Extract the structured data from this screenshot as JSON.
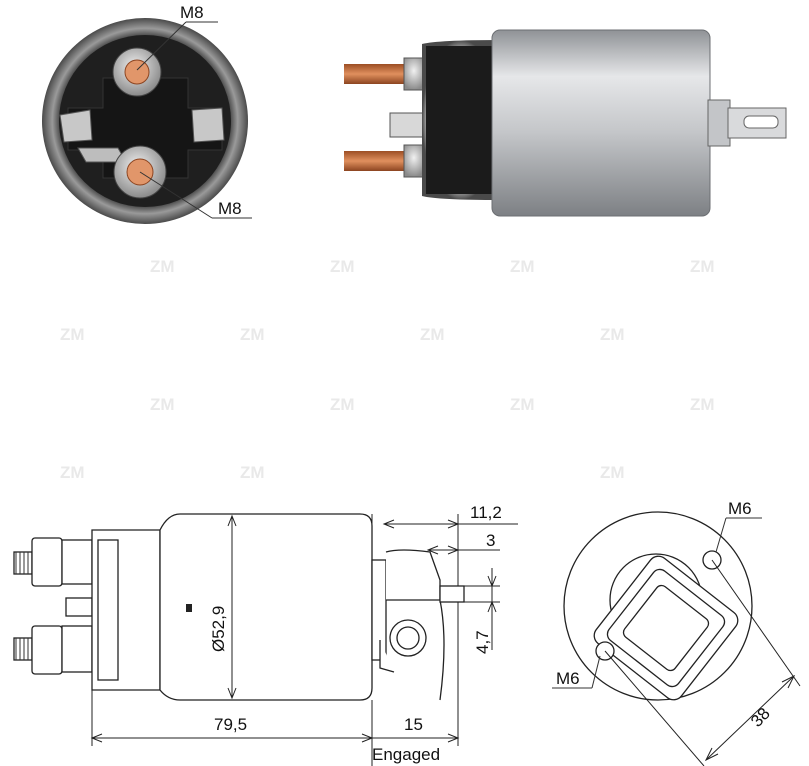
{
  "watermark": {
    "brand": "ZM"
  },
  "top_views": {
    "end_view_labels": {
      "upper_terminal": "M8",
      "lower_terminal": "M8"
    }
  },
  "drawing": {
    "dimensions": {
      "diameter": "Ø52,9",
      "overall_length": "79,5",
      "plunger_travel": "11,2",
      "engaged_offset": "3",
      "slot_height": "4,7",
      "engaged_length": "15",
      "engaged_caption": "Engaged"
    },
    "end_view": {
      "upper_thread": "M6",
      "lower_thread": "M6",
      "mount_spacing": "38"
    }
  },
  "colors": {
    "copper": "#c9713f",
    "steel": "#b9bcc0",
    "body_black": "#1c1c1c",
    "line": "#222222"
  }
}
